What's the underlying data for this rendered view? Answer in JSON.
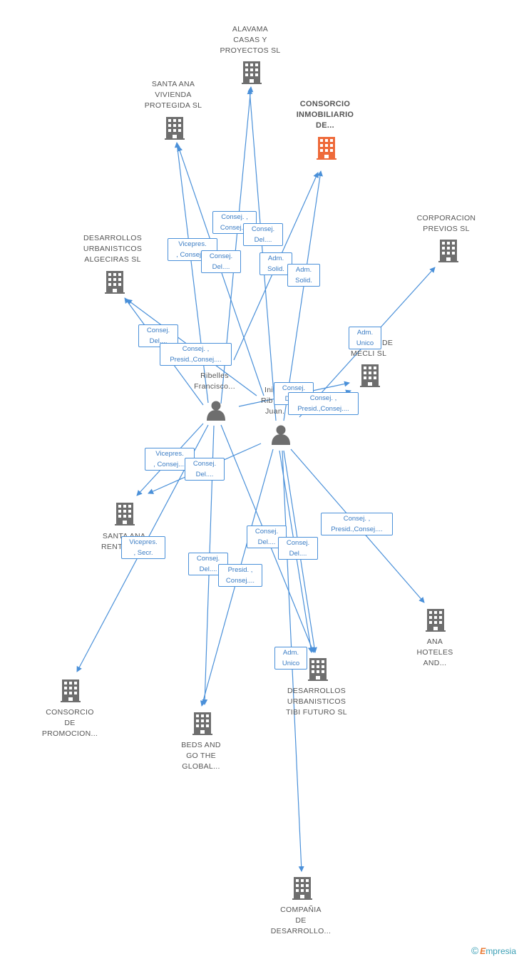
{
  "colors": {
    "edge": "#4a90d9",
    "company": "#6e6e6e",
    "main_company": "#ee6a3a",
    "person": "#6e6e6e"
  },
  "nodes": {
    "alavama": {
      "lines": [
        "ALAVAMA",
        "CASAS Y",
        "PROYECTOS SL"
      ],
      "icon": "building-icon"
    },
    "santa_ana_vivienda": {
      "lines": [
        "SANTA ANA",
        "VIVIENDA",
        "PROTEGIDA SL"
      ],
      "icon": "building-icon"
    },
    "consorcio_inmobiliario": {
      "lines": [
        "CONSORCIO",
        "INMOBILIARIO",
        "DE..."
      ],
      "icon": "building-icon",
      "highlight": true
    },
    "corporacion_previos": {
      "lines": [
        "CORPORACION",
        "PREVIOS SL"
      ],
      "icon": "building-icon"
    },
    "desarrollos_algeciras": {
      "lines": [
        "DESARROLLOS",
        "URBANISTICOS",
        "ALGECIRAS SL"
      ],
      "icon": "building-icon"
    },
    "mecli": {
      "lines": [
        "DE",
        "MECLI SL"
      ],
      "icon": "building-icon"
    },
    "person_francisco": {
      "lines": [
        "Ribelles",
        "Francisco..."
      ],
      "icon": "person-icon"
    },
    "person_juan": {
      "lines": [
        "Ini",
        "Rib",
        "Juan."
      ],
      "icon": "person-icon"
    },
    "santa_ana_rent": {
      "lines": [
        "SANTA ANA",
        "RENT"
      ],
      "icon": "building-icon"
    },
    "ana_hoteles": {
      "lines": [
        "ANA",
        "HOTELES",
        "AND..."
      ],
      "icon": "building-icon"
    },
    "consorcio_promocion": {
      "lines": [
        "CONSORCIO",
        "DE",
        "PROMOCION..."
      ],
      "icon": "building-icon"
    },
    "beds_and_go": {
      "lines": [
        "BEDS AND",
        "GO THE",
        "GLOBAL..."
      ],
      "icon": "building-icon"
    },
    "desarrollos_tibi": {
      "lines": [
        "DESARROLLOS",
        "URBANISTICOS",
        "TIBI FUTURO SL"
      ],
      "icon": "building-icon"
    },
    "compania_desarrollo": {
      "lines": [
        "COMPAÑIA",
        "DE",
        "DESARROLLO..."
      ],
      "icon": "building-icon"
    }
  },
  "edge_labels": {
    "e1": {
      "lines": [
        "Consej. ,",
        "Consej...."
      ]
    },
    "e2": {
      "lines": [
        "Consej.",
        "Del...."
      ]
    },
    "e3": {
      "lines": [
        "Vicepres.",
        ", Consej...."
      ]
    },
    "e4": {
      "lines": [
        "Consej.",
        "Del...."
      ]
    },
    "e5": {
      "lines": [
        "Adm.",
        "Solid."
      ]
    },
    "e6": {
      "lines": [
        "Adm.",
        "Solid."
      ]
    },
    "e7": {
      "lines": [
        "Consej.",
        "Del...."
      ]
    },
    "e8": {
      "lines": [
        "Consej. ,",
        "Presid.,Consej...."
      ]
    },
    "e9": {
      "lines": [
        "Adm.",
        "Unico"
      ]
    },
    "e10": {
      "lines": [
        "Consej.",
        "Del...."
      ]
    },
    "e11": {
      "lines": [
        "Consej. ,",
        "Presid.,Consej...."
      ]
    },
    "e12": {
      "lines": [
        "Vicepres.",
        ", Consej...."
      ]
    },
    "e13": {
      "lines": [
        "Consej.",
        "Del...."
      ]
    },
    "e14": {
      "lines": [
        "Vicepres.",
        ", Secr."
      ]
    },
    "e15": {
      "lines": [
        "Consej. ,",
        "Presid.,Consej...."
      ]
    },
    "e16": {
      "lines": [
        "Consej.",
        "Del...."
      ]
    },
    "e17": {
      "lines": [
        "Consej.",
        "Del...."
      ]
    },
    "e18": {
      "lines": [
        "Consej.",
        "Del...."
      ]
    },
    "e19": {
      "lines": [
        "Presid. ,",
        "Consej...."
      ]
    },
    "e20": {
      "lines": [
        "Adm.",
        "Unico"
      ]
    }
  },
  "footer": {
    "copyright": "©",
    "brand_initial": "E",
    "brand_rest": "mpresia"
  }
}
